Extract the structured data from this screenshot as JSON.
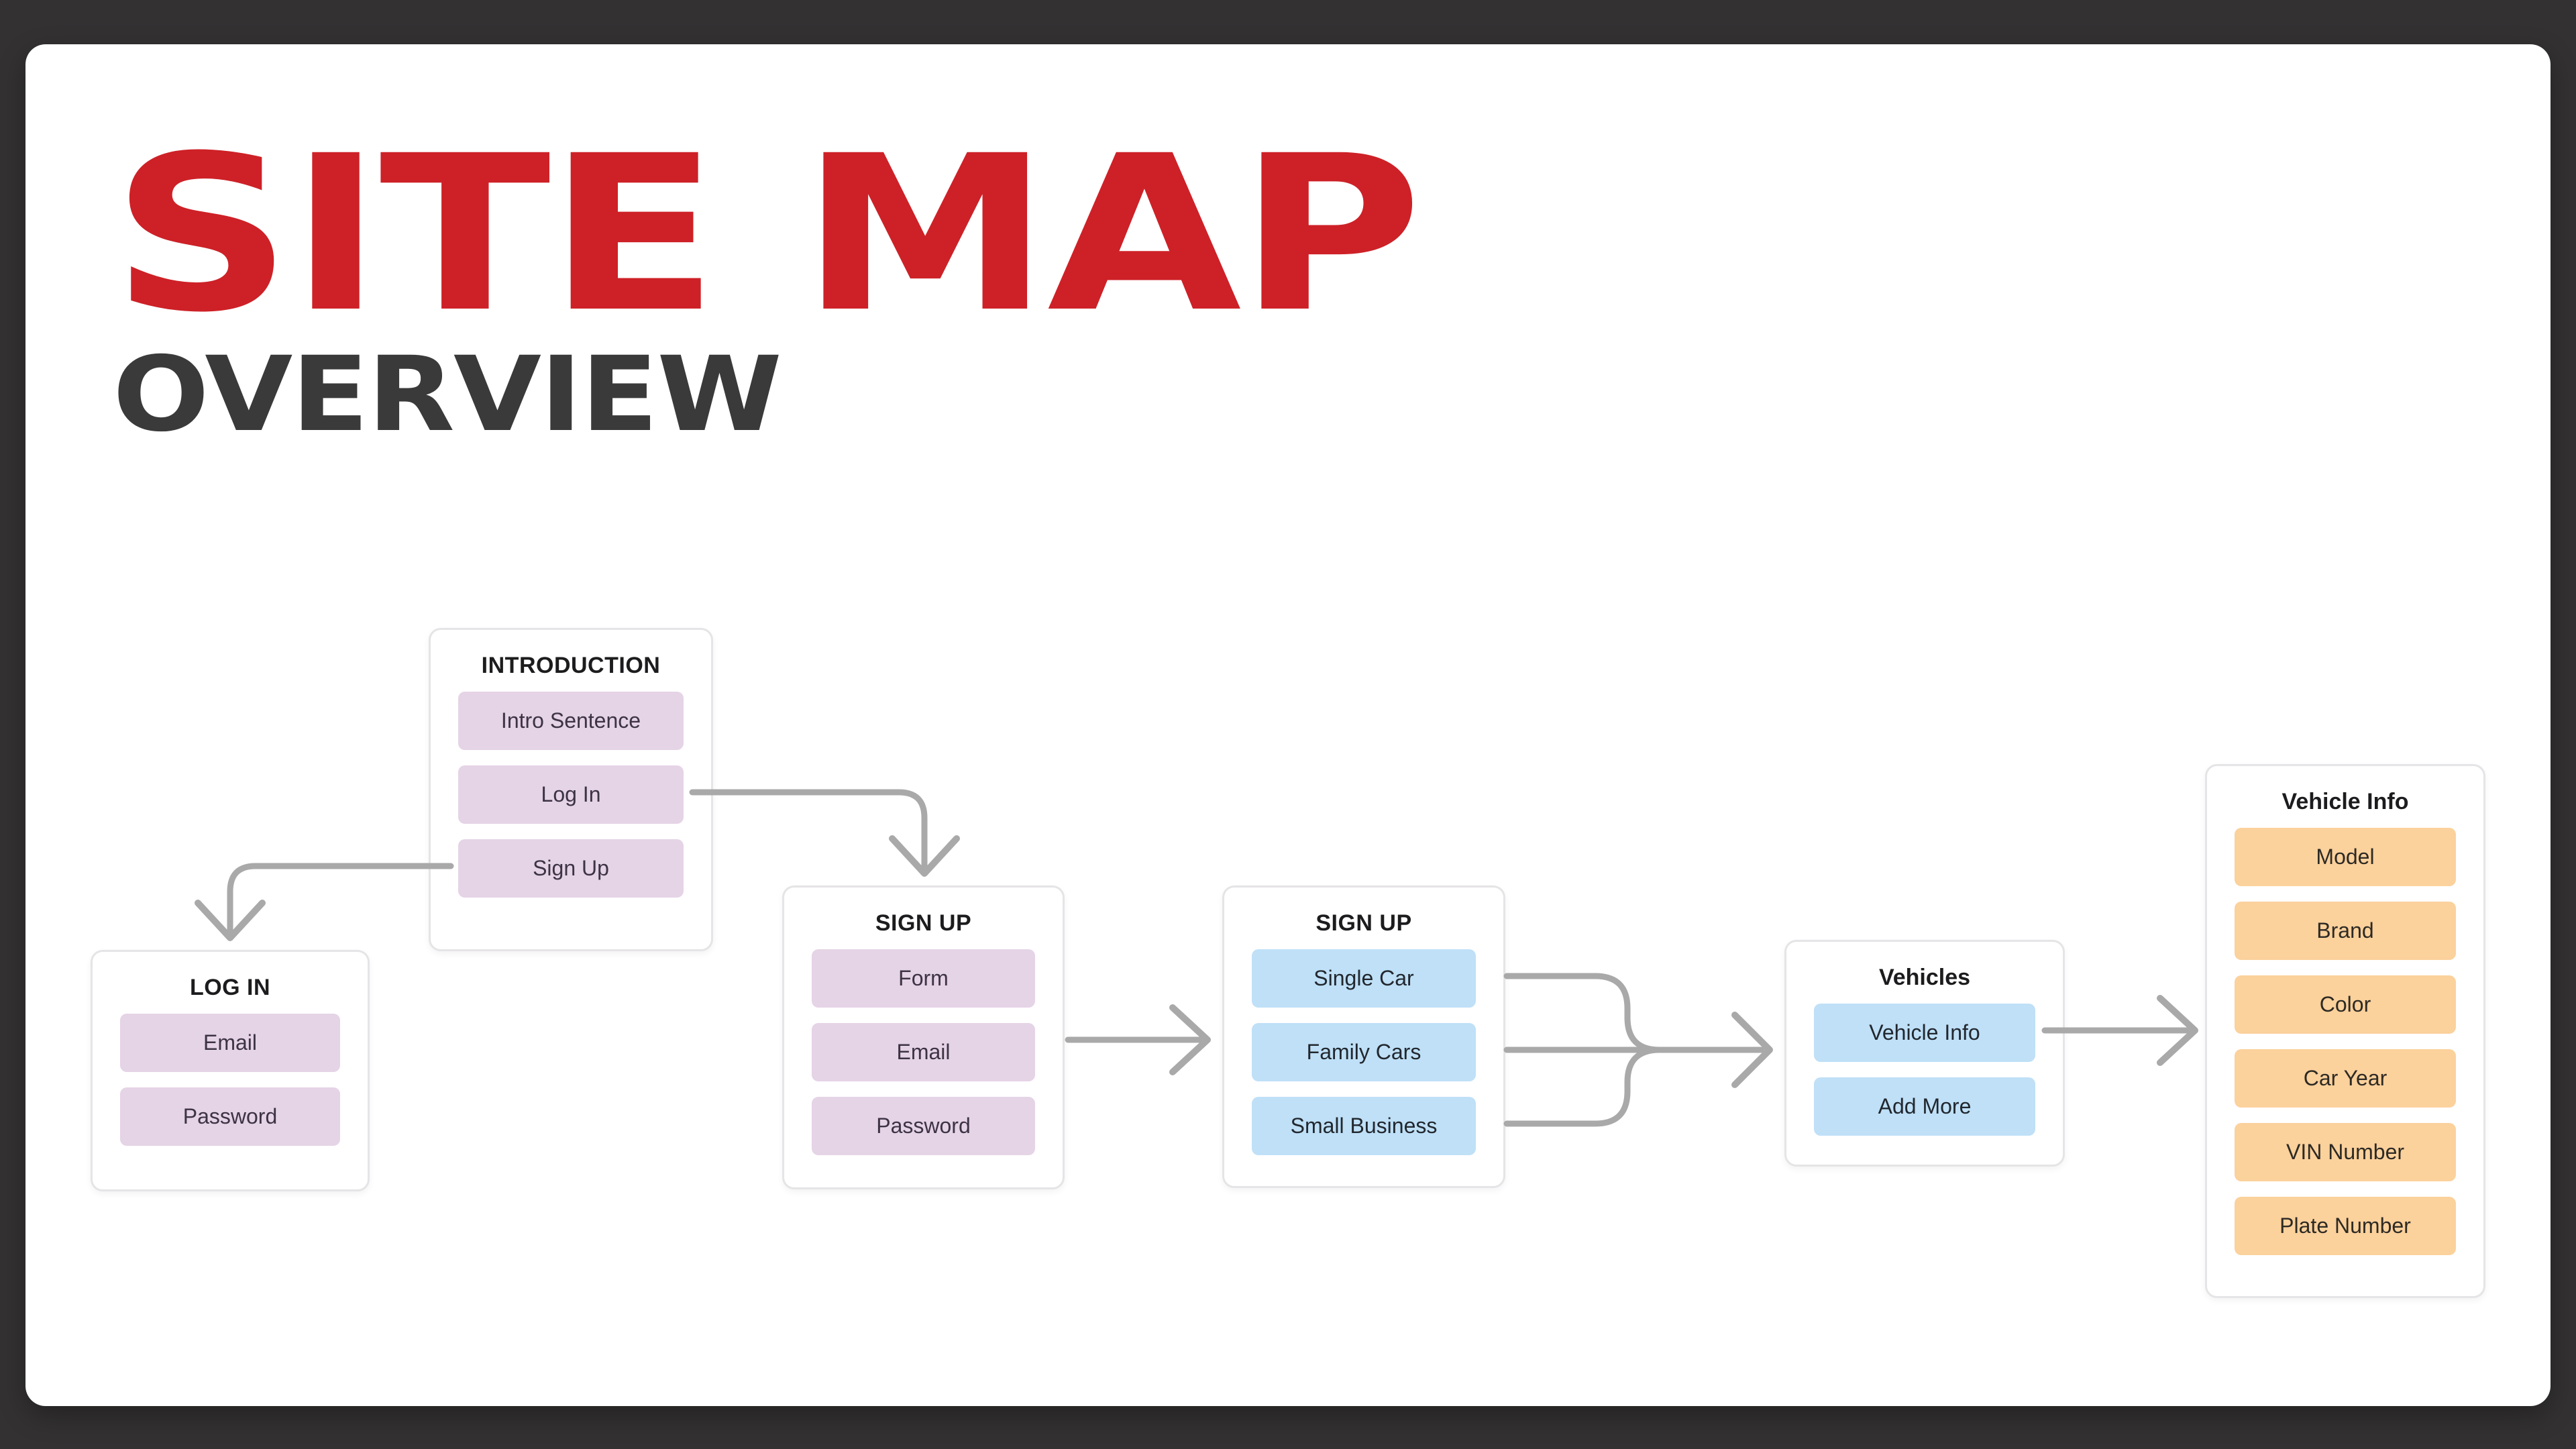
{
  "page": {
    "title": "SITE MAP",
    "subtitle": "OVERVIEW"
  },
  "palette": {
    "background": "#333132",
    "card": "#ffffff",
    "title_red": "#cd2127",
    "subtitle_gray": "#3a3a3a",
    "node_border": "#e5e4e6",
    "connector_gray": "#a9a9a9",
    "chip_purple": "#e5d3e6",
    "chip_blue": "#bfe0f7",
    "chip_orange": "#fbd19c"
  },
  "nodes": {
    "introduction": {
      "title": "INTRODUCTION",
      "items": [
        "Intro Sentence",
        "Log In",
        "Sign Up"
      ]
    },
    "login": {
      "title": "LOG IN",
      "items": [
        "Email",
        "Password"
      ]
    },
    "signup_form": {
      "title": "SIGN UP",
      "items": [
        "Form",
        "Email",
        "Password"
      ]
    },
    "signup_plans": {
      "title": "SIGN UP",
      "items": [
        "Single Car",
        "Family Cars",
        "Small Business"
      ]
    },
    "vehicles": {
      "title": "Vehicles",
      "items": [
        "Vehicle Info",
        "Add More"
      ]
    },
    "vehicle_info": {
      "title": "Vehicle Info",
      "items": [
        "Model",
        "Brand",
        "Color",
        "Car Year",
        "VIN Number",
        "Plate Number"
      ]
    }
  }
}
